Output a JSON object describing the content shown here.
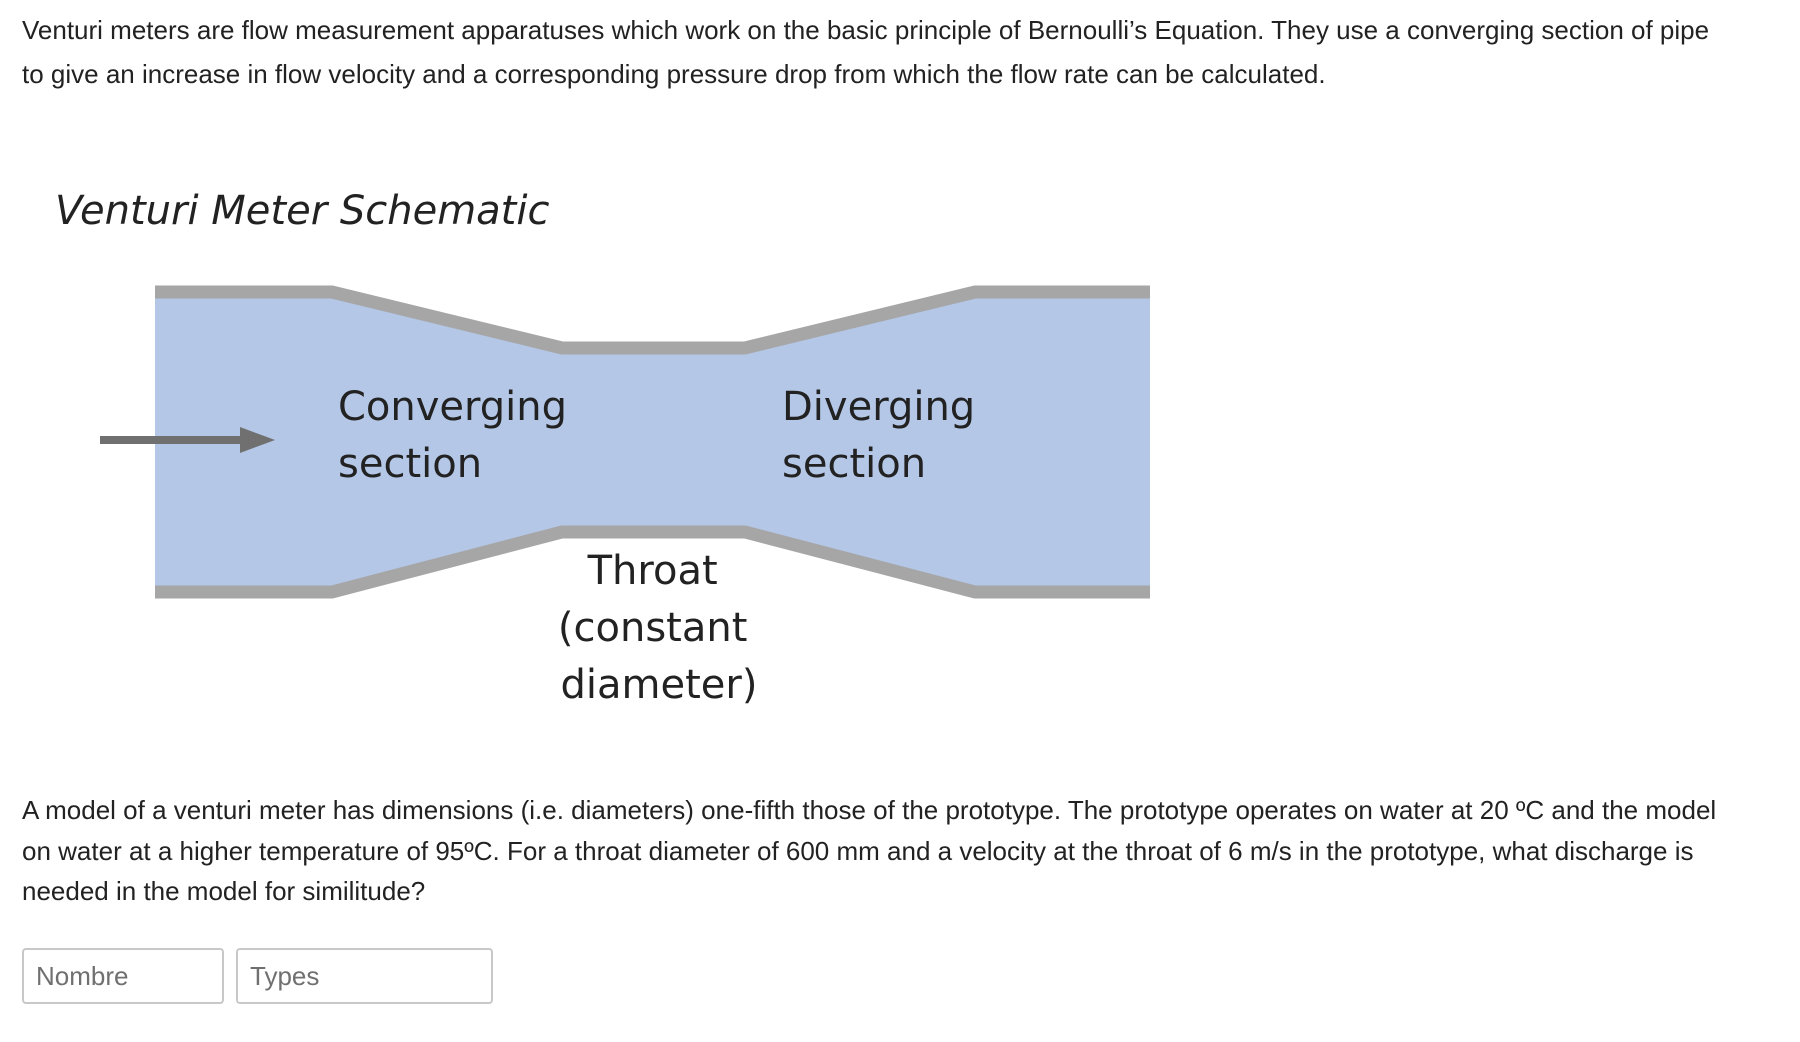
{
  "intro_text": "Venturi meters are flow measurement apparatuses which work on the basic principle of Bernoulli’s Equation. They use a converging section of pipe to give an increase in flow velocity and a corresponding pressure drop from which the flow rate can be calculated.",
  "diagram": {
    "title": "Venturi Meter Schematic",
    "converging_label": [
      "Converging",
      "section"
    ],
    "diverging_label": [
      "Diverging",
      "section"
    ],
    "throat_label": [
      "Throat",
      "(constant",
      "diameter)"
    ],
    "colors": {
      "fluid": "#b4c7e7",
      "pipe_wall": "#a6a6a6",
      "arrow": "#707070"
    }
  },
  "question_text": "A model of a venturi meter has dimensions (i.e. diameters) one-fifth those of the prototype. The prototype operates on water at 20 ºC and the model on water at a higher temperature of 95ºC.  For a throat diameter of 600 mm and a velocity at the throat of 6 m/s in the prototype, what discharge is needed in the model for similitude?",
  "answer": {
    "number_placeholder": "Nombre",
    "number_value": "",
    "types_placeholder": "Types",
    "types_value": ""
  }
}
